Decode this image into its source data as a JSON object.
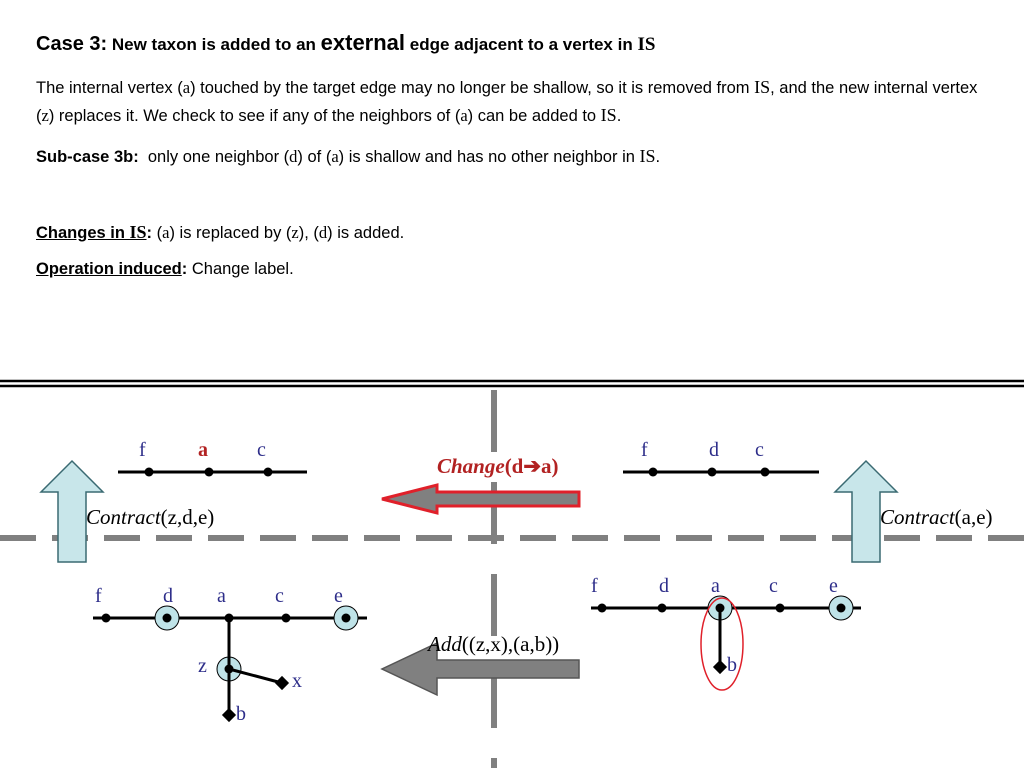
{
  "slide": {
    "title": {
      "case": "Case 3:",
      "part1": " New taxon is added to an ",
      "external": "external",
      "part2": " edge adjacent to a vertex in ",
      "is": "IS"
    },
    "p1": {
      "t1": "The internal vertex (",
      "a": "a",
      "t2": ") touched by the target edge may no longer be shallow, so it is removed from ",
      "is": "IS",
      "t3": ", and the new internal vertex (",
      "z": "z",
      "t4": ") replaces it. We check to see if any of the neighbors of (",
      "a2": "a",
      "t5": ") can be added to ",
      "is2": "IS",
      "t6": "."
    },
    "p2": {
      "label": "Sub-case 3b:",
      "t1": "  only one neighbor (",
      "d": "d",
      "t2": ") of (",
      "a": "a",
      "t3": ") is shallow and has no other neighbor in ",
      "is": "IS",
      "t4": "."
    },
    "p3": {
      "label": "Changes in ",
      "is": "IS",
      "colon": ":",
      "t1": " (",
      "a": "a",
      "t2": ") is replaced by (",
      "z": "z",
      "t3": "), (",
      "d": "d",
      "t4": ") is added."
    },
    "p4": {
      "label": "Operation induced",
      "colon": ":",
      "t1": " Change label."
    }
  },
  "diagram": {
    "top_left_labels": [
      "f",
      "a",
      "c"
    ],
    "top_right_labels": [
      "f",
      "d",
      "c"
    ],
    "bottom_left_labels": [
      "f",
      "d",
      "a",
      "c",
      "e"
    ],
    "bottom_left_branch": [
      "z",
      "x",
      "b"
    ],
    "bottom_right_labels": [
      "f",
      "d",
      "a",
      "c",
      "e"
    ],
    "bottom_right_branch": [
      "b"
    ],
    "op_change": {
      "name": "Change",
      "args": "(d",
      "arrow": "➔",
      "end": "a)"
    },
    "op_contract_left": {
      "name": "Contract",
      "args": "(z,d,e)"
    },
    "op_contract_right": {
      "name": "Contract",
      "args": "(a,e)"
    },
    "op_add": {
      "name": "Add",
      "args": "((z,x),(a,b))"
    },
    "colors": {
      "label": "#2e2e8a",
      "highlight": "#b22222",
      "circle_fill": "#bfe3e8",
      "arrow_fill": "#c8e6ea",
      "gray": "#808080"
    }
  }
}
